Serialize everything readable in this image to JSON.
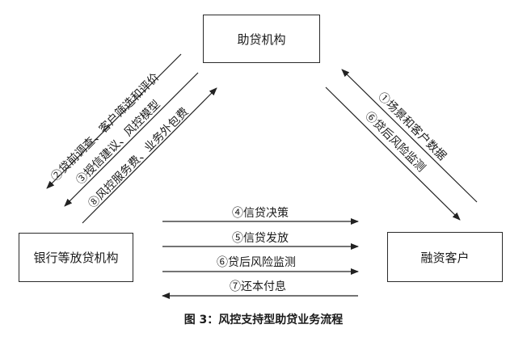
{
  "nodes": {
    "top": "助贷机构",
    "left": "银行等放贷机构",
    "right": "融资客户"
  },
  "labels": {
    "l1": "②贷前调查、客户筛选和评价",
    "l2": "③授信建议、风控模型",
    "l3": "⑧风控服务费、业务外包费",
    "r1": "①场景和客户数据",
    "r2": "⑥贷后风险监测",
    "b1": "④信贷决策",
    "b2": "⑤信贷发放",
    "b3": "⑥贷后风险监测",
    "b4": "⑦还本付息"
  },
  "caption": "图 3：风控支持型助贷业务流程"
}
